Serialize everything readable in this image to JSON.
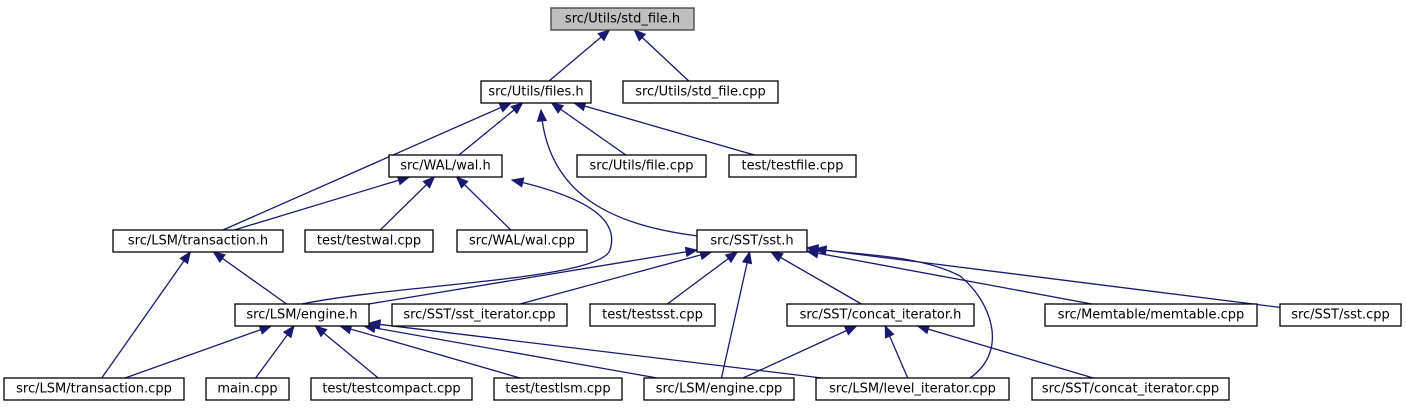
{
  "colors": {
    "edge": "#191970",
    "node_border": "#000000",
    "root_fill": "#bfbfbf",
    "node_fill": "#ffffff"
  },
  "graph": {
    "nodes": [
      {
        "id": "std_file_h",
        "label": "src/Utils/std_file.h",
        "root": true
      },
      {
        "id": "files_h",
        "label": "src/Utils/files.h"
      },
      {
        "id": "std_file_cpp",
        "label": "src/Utils/std_file.cpp"
      },
      {
        "id": "wal_h",
        "label": "src/WAL/wal.h"
      },
      {
        "id": "file_cpp",
        "label": "src/Utils/file.cpp"
      },
      {
        "id": "testfile_cpp",
        "label": "test/testfile.cpp"
      },
      {
        "id": "transaction_h",
        "label": "src/LSM/transaction.h"
      },
      {
        "id": "testwal_cpp",
        "label": "test/testwal.cpp"
      },
      {
        "id": "wal_cpp",
        "label": "src/WAL/wal.cpp"
      },
      {
        "id": "sst_h",
        "label": "src/SST/sst.h"
      },
      {
        "id": "engine_h",
        "label": "src/LSM/engine.h"
      },
      {
        "id": "sst_iterator_cpp",
        "label": "src/SST/sst_iterator.cpp"
      },
      {
        "id": "testsst_cpp",
        "label": "test/testsst.cpp"
      },
      {
        "id": "concat_iterator_h",
        "label": "src/SST/concat_iterator.h"
      },
      {
        "id": "memtable_cpp",
        "label": "src/Memtable/memtable.cpp"
      },
      {
        "id": "sst_cpp",
        "label": "src/SST/sst.cpp"
      },
      {
        "id": "transaction_cpp",
        "label": "src/LSM/transaction.cpp"
      },
      {
        "id": "main_cpp",
        "label": "main.cpp"
      },
      {
        "id": "testcompact_cpp",
        "label": "test/testcompact.cpp"
      },
      {
        "id": "testlsm_cpp",
        "label": "test/testlsm.cpp"
      },
      {
        "id": "engine_cpp",
        "label": "src/LSM/engine.cpp"
      },
      {
        "id": "level_iterator_cpp",
        "label": "src/LSM/level_iterator.cpp"
      },
      {
        "id": "concat_iterator_cpp",
        "label": "src/SST/concat_iterator.cpp"
      }
    ],
    "edges": [
      {
        "from": "files_h",
        "to": "std_file_h"
      },
      {
        "from": "std_file_cpp",
        "to": "std_file_h"
      },
      {
        "from": "wal_h",
        "to": "files_h"
      },
      {
        "from": "file_cpp",
        "to": "files_h"
      },
      {
        "from": "testfile_cpp",
        "to": "files_h"
      },
      {
        "from": "transaction_h",
        "to": "files_h"
      },
      {
        "from": "sst_h",
        "to": "files_h"
      },
      {
        "from": "transaction_h",
        "to": "wal_h"
      },
      {
        "from": "testwal_cpp",
        "to": "wal_h"
      },
      {
        "from": "wal_cpp",
        "to": "wal_h"
      },
      {
        "from": "engine_h",
        "to": "wal_h"
      },
      {
        "from": "engine_h",
        "to": "transaction_h"
      },
      {
        "from": "transaction_cpp",
        "to": "transaction_h"
      },
      {
        "from": "engine_h",
        "to": "sst_h"
      },
      {
        "from": "sst_iterator_cpp",
        "to": "sst_h"
      },
      {
        "from": "testsst_cpp",
        "to": "sst_h"
      },
      {
        "from": "concat_iterator_h",
        "to": "sst_h"
      },
      {
        "from": "memtable_cpp",
        "to": "sst_h"
      },
      {
        "from": "sst_cpp",
        "to": "sst_h"
      },
      {
        "from": "engine_cpp",
        "to": "sst_h"
      },
      {
        "from": "level_iterator_cpp",
        "to": "sst_h"
      },
      {
        "from": "transaction_cpp",
        "to": "engine_h"
      },
      {
        "from": "main_cpp",
        "to": "engine_h"
      },
      {
        "from": "testcompact_cpp",
        "to": "engine_h"
      },
      {
        "from": "testlsm_cpp",
        "to": "engine_h"
      },
      {
        "from": "engine_cpp",
        "to": "engine_h"
      },
      {
        "from": "level_iterator_cpp",
        "to": "engine_h"
      },
      {
        "from": "engine_cpp",
        "to": "concat_iterator_h"
      },
      {
        "from": "level_iterator_cpp",
        "to": "concat_iterator_h"
      },
      {
        "from": "concat_iterator_cpp",
        "to": "concat_iterator_h"
      }
    ]
  }
}
